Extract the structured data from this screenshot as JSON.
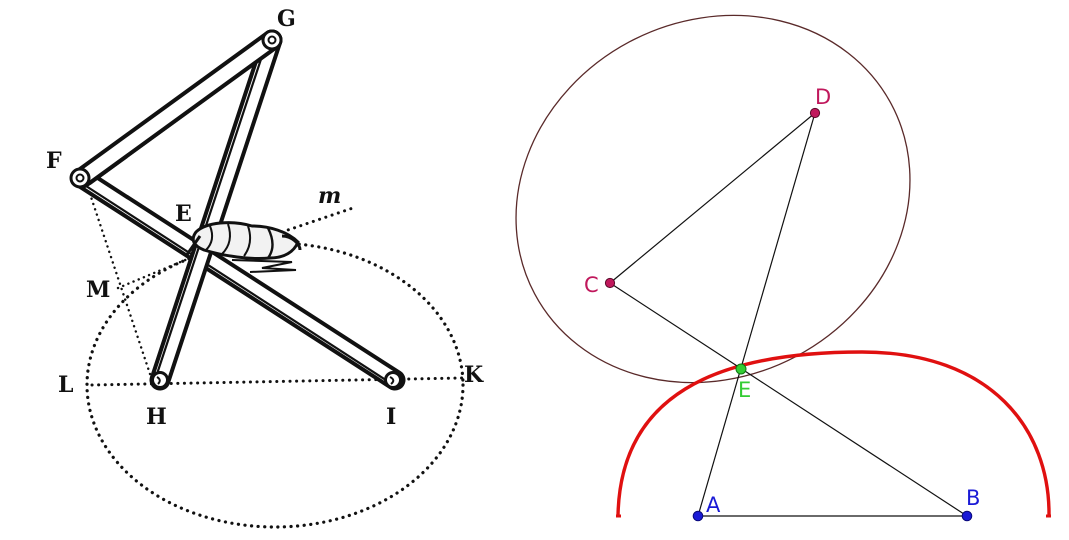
{
  "engraving": {
    "labels": {
      "G": "G",
      "F": "F",
      "E": "E",
      "m": "m",
      "M": "M",
      "L": "L",
      "H": "H",
      "I": "I",
      "K": "K"
    }
  },
  "construction": {
    "points": {
      "A": "A",
      "B": "B",
      "C": "C",
      "D": "D",
      "E": "E"
    },
    "colors": {
      "base_points": "#1a1ad6",
      "moving_points": "#c0185c",
      "intersection_point": "#33cc33",
      "locus_curve": "#e01010",
      "ellipse": "#5a2a2a",
      "lines": "#111111"
    }
  }
}
